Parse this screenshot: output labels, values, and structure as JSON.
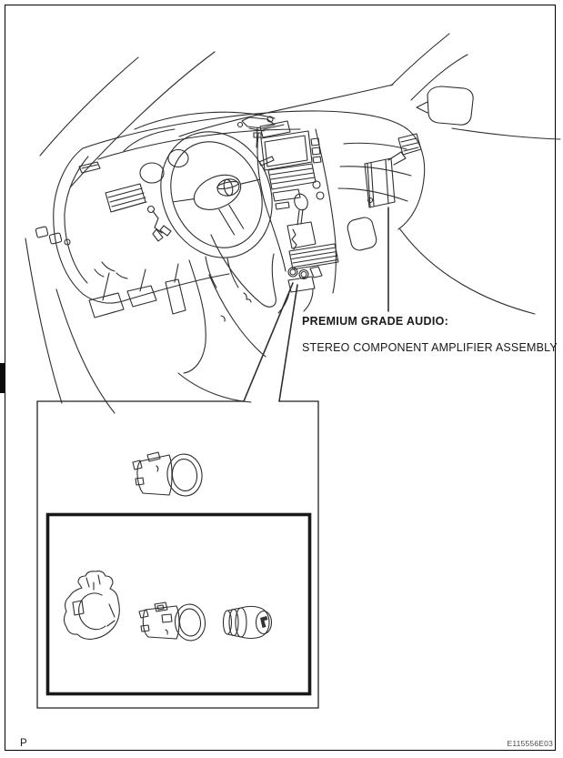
{
  "page": {
    "background": "#ffffff",
    "border_color": "#000000",
    "line_color": "#2e2e2e"
  },
  "callout": {
    "heading": "PREMIUM GRADE AUDIO:",
    "subheading": "STEREO COMPONENT AMPLIFIER ASSEMBLY"
  },
  "footer": {
    "page_marker": "P",
    "figure_code": "E115556E03"
  },
  "illustration": {
    "scene": "vehicle-dashboard-line-art",
    "callout_target": "stereo-component-amplifier-assembly",
    "detail_components": [
      "cigarette-lighter-socket-installed",
      "retainer-clamp",
      "cigarette-lighter-socket",
      "cigarette-lighter-plug"
    ]
  }
}
